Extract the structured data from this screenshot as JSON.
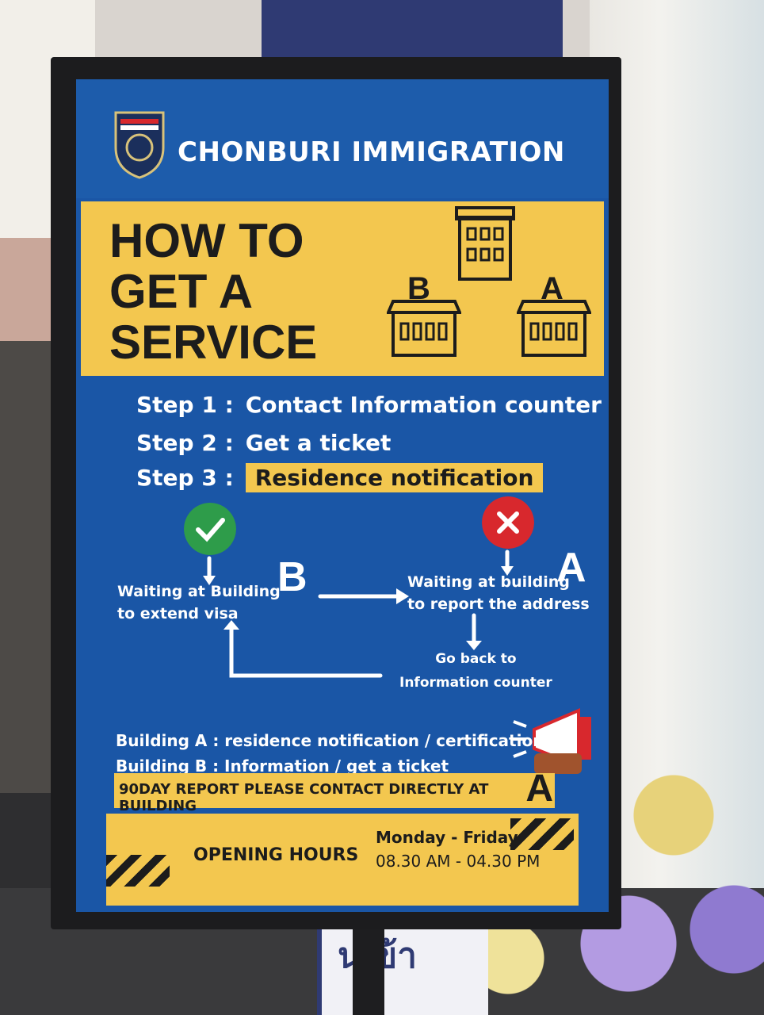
{
  "header": {
    "organization": "CHONBURI IMMIGRATION"
  },
  "title": "HOW TO\nGET A\nSERVICE",
  "buildings": {
    "b_letter": "B",
    "a_letter": "A"
  },
  "steps": [
    {
      "label": "Step 1 :",
      "text": "Contact Information counter"
    },
    {
      "label": "Step 2 :",
      "text": "Get a ticket"
    },
    {
      "label": "Step 3 :",
      "text": "Residence notification"
    }
  ],
  "flow": {
    "yes_text": "Waiting at Building\nto extend  visa",
    "yes_letter": "B",
    "no_text": "Waiting  at building\nto report the address",
    "no_letter": "A",
    "back_text": "Go back to\nInformation counter"
  },
  "buildings_info": "Building A : residence notification / certification\nBuilding B : Information /  get a ticket",
  "notice": {
    "text": "90DAY REPORT PLEASE CONTACT DIRECTLY AT BUILDING",
    "letter": "A"
  },
  "hours": {
    "label": "OPENING HOURS",
    "days": "Monday - Friday",
    "times": "08.30 AM - 04.30 PM"
  },
  "colors": {
    "sign_blue": "#1a56a6",
    "sign_yellow": "#f3c74f",
    "check_green": "#2e9c4a",
    "cross_red": "#d8282d"
  },
  "icons": [
    "police-badge-icon",
    "building-icon",
    "check-icon",
    "cross-icon",
    "arrow-icon",
    "megaphone-icon"
  ]
}
